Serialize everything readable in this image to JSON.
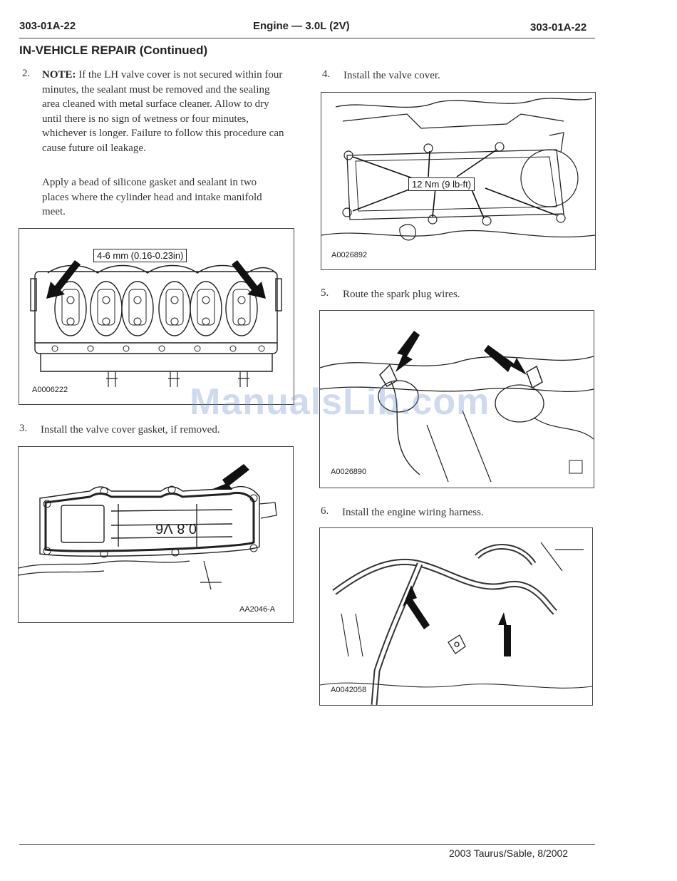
{
  "header": {
    "left_code": "303-01A-22",
    "title": "Engine — 3.0L (2V)",
    "right_code": "303-01A-22"
  },
  "section_title": "IN-VEHICLE REPAIR (Continued)",
  "steps": [
    {
      "number": "2.",
      "note_label": "NOTE:",
      "note_text": " If the LH valve cover is not secured within four minutes, the sealant must be removed and the sealing area cleaned with metal surface cleaner. Allow to dry until there is no sign of wetness or four minutes, whichever is longer. Failure to  follow this procedure can cause future oil leakage.",
      "instruction": "Apply a bead of silicone gasket and sealant in two places where the cylinder head and intake manifold meet."
    },
    {
      "number": "3.",
      "text": "Install the valve cover gasket, if removed."
    },
    {
      "number": "4.",
      "text": "Install the valve cover."
    },
    {
      "number": "5.",
      "text": "Route the spark plug wires."
    },
    {
      "number": "6.",
      "text": "Install the engine wiring harness."
    }
  ],
  "figures": {
    "fig1": {
      "id": "A0006222",
      "callout": "4-6 mm (0.16-0.23in)"
    },
    "fig2": {
      "id": "AA2046-A"
    },
    "fig3": {
      "id": "A0026892",
      "callout": "12 Nm (9 lb-ft)"
    },
    "fig4": {
      "id": "A0026890"
    },
    "fig5": {
      "id": "A0042058"
    }
  },
  "watermark": "ManualsLib.com",
  "footer": "2003 Taurus/Sable, 8/2002"
}
